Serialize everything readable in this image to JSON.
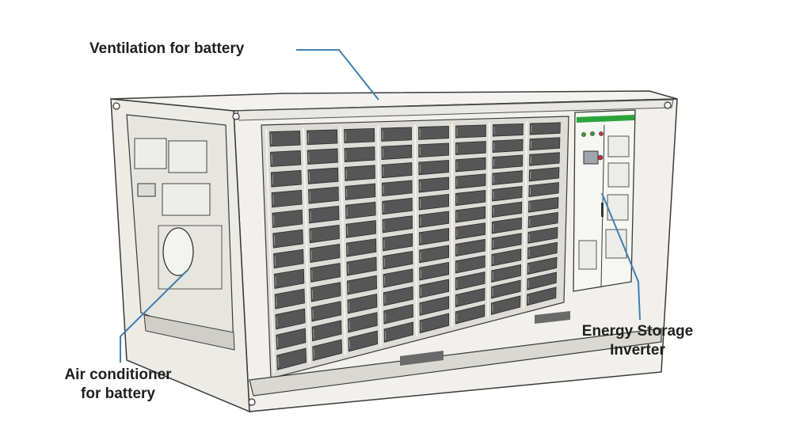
{
  "callouts": {
    "ventilation": "Ventilation for battery",
    "inverter_line1": "Energy Storage",
    "inverter_line2": "Inverter",
    "aircon_line1": "Air conditioner",
    "aircon_line2": "for battery"
  },
  "colors": {
    "leader_line": "#3f7fb0",
    "frame": "#f1f0ec",
    "outline": "#3a3a3a",
    "battery_module": "#565656",
    "inverter_band": "#2aa43a"
  },
  "battery_grid": {
    "columns": 8,
    "rows": 12
  }
}
